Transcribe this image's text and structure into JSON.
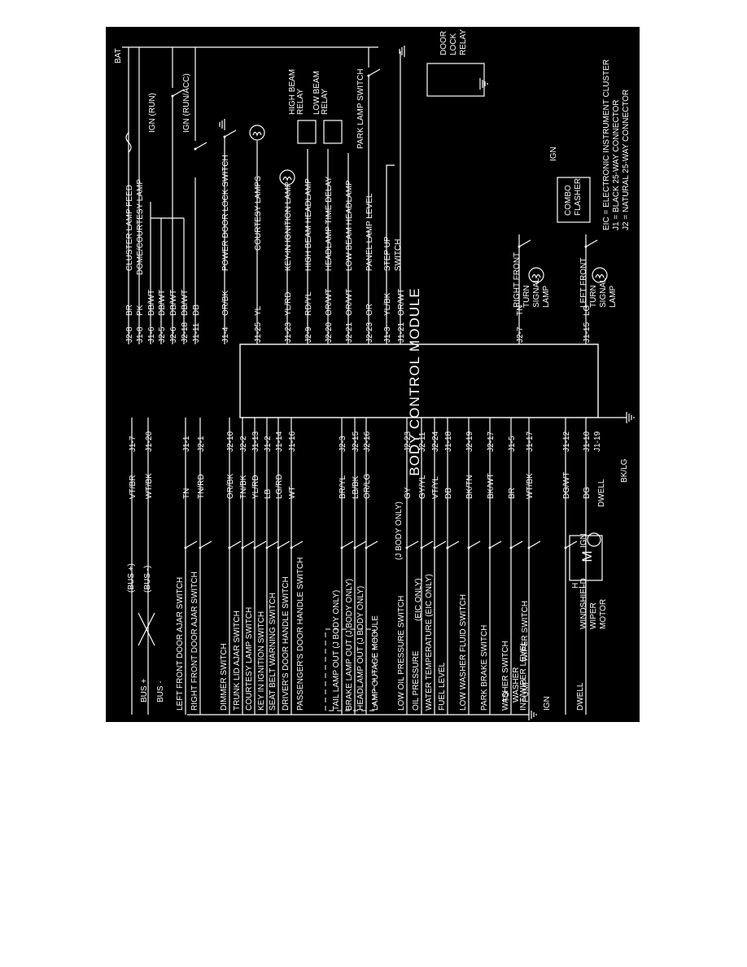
{
  "title": "BODY CONTROL MODULE",
  "bat": "BAT",
  "legend": [
    "EIC = ELECTRONIC INSTRUMENT CLUSTER",
    "J1 = BLACK 25-WAY CONNECTOR",
    "J2 = NATURAL 25-WAY CONNECTOR"
  ],
  "left_side": [
    {
      "pin": "J1-7",
      "wire": "VT/BR",
      "label": "(BUS +)"
    },
    {
      "pin": "J1-20",
      "wire": "WT/BK",
      "label": "(BUS -)"
    },
    {
      "pin": "J1-1",
      "wire": "TN",
      "label": "LEFT FRONT DOOR AJAR SWITCH"
    },
    {
      "pin": "J2-1",
      "wire": "TN/RD",
      "label": "RIGHT FRONT DOOR AJAR SWITCH"
    },
    {
      "pin": "J2-10",
      "wire": "OR/BK",
      "label": "DIMMER SWITCH"
    },
    {
      "pin": "J2-2",
      "wire": "TN/BK",
      "label": "TRUNK LID AJAR SWITCH"
    },
    {
      "pin": "J1-13",
      "wire": "YL/RD",
      "label": "COURTESY LAMP SWITCH"
    },
    {
      "pin": "J1-2",
      "wire": "LB",
      "label": "KEY IN IGNITION SWITCH"
    },
    {
      "pin": "J1-14",
      "wire": "LG/RD",
      "label": "SEAT BELT WARNING SWITCH"
    },
    {
      "pin": "J1-16",
      "wire": "WT",
      "label": "DRIVER'S DOOR HANDLE SWITCH"
    },
    {
      "pin": "",
      "wire": "",
      "label": "PASSENGER'S DOOR HANDLE SWITCH"
    },
    {
      "pin": "J2-3",
      "wire": "BR/YL",
      "label": "TAIL LAMP OUT (J BODY ONLY)"
    },
    {
      "pin": "J2-15",
      "wire": "LB/BK",
      "label": "BRAKE LAMP OUT (J BODY ONLY)"
    },
    {
      "pin": "J2-16",
      "wire": "OR/LG",
      "label": "HEADLAMP OUT (J BODY ONLY)"
    },
    {
      "pin": "",
      "wire": "",
      "label": "LAMP OUTAGE MODULE"
    },
    {
      "pin": "J2-23",
      "wire": "GY",
      "label": "LOW OIL PRESSURE SWITCH"
    },
    {
      "pin": "J2-11",
      "wire": "GY/YL",
      "label": "OIL PRESSURE"
    },
    {
      "pin": "J2-24",
      "wire": "VT/YL",
      "label": "WATER TEMPERATURE (EIC ONLY)"
    },
    {
      "pin": "J1-18",
      "wire": "DB",
      "label": "FUEL LEVEL"
    },
    {
      "pin": "J2-19",
      "wire": "BK/TN",
      "label": "LOW WASHER FLUID SWITCH"
    },
    {
      "pin": "J2-17",
      "wire": "BK/WT",
      "label": "PARK BRAKE SWITCH"
    },
    {
      "pin": "J1-5",
      "wire": "BR",
      "label": "WASHER SWITCH"
    },
    {
      "pin": "J1-17",
      "wire": "WT/BK",
      "label": "INT/WIPER LEVEL"
    },
    {
      "pin": "J1-12",
      "wire": "DG/WT",
      "label": ""
    },
    {
      "pin": "J1-10",
      "wire": "DG",
      "label": "DWELL"
    }
  ],
  "left_misc": {
    "bus_plus": "BUS +",
    "bus_minus": "BUS -",
    "j_body_only": "(J BODY ONLY)",
    "eic_only": "(EIC ONLY)",
    "to_washer_pump": [
      "TO",
      "WASHER",
      "PUMP"
    ],
    "wiper_switch": "WIPER SWITCH",
    "ign": "IGN",
    "wiper_motor": [
      "WINDSHIELD",
      "WIPER",
      "MOTOR"
    ],
    "motor_symbol": "M",
    "l": "L",
    "h": "H"
  },
  "right_side": [
    {
      "pin": "J2-8",
      "wire": "BR",
      "label": "CLUSTER LAMP FEED"
    },
    {
      "pin": "J1-8",
      "wire": "PK",
      "label": "DOME/COURTESY LAMP"
    },
    {
      "pin": "J1-6",
      "wire": "DB/WT",
      "label": ""
    },
    {
      "pin": "J2-5",
      "wire": "DB/WT",
      "label": ""
    },
    {
      "pin": "J2-6",
      "wire": "DB/WT",
      "label": ""
    },
    {
      "pin": "J2-18",
      "wire": "DB/WT",
      "label": ""
    },
    {
      "pin": "J1-11",
      "wire": "DB",
      "label": ""
    },
    {
      "pin": "J1-4",
      "wire": "OR/BK",
      "label": "POWER DOOR LOCK SWITCH"
    },
    {
      "pin": "J1-25",
      "wire": "YL",
      "label": "COURTESY LAMPS"
    },
    {
      "pin": "J1-23",
      "wire": "YL/RD",
      "label": "KEY-IN IGNITION LAMP"
    },
    {
      "pin": "J2-9",
      "wire": "RD/YL",
      "label": "HIGH BEAM HEADLAMP"
    },
    {
      "pin": "J2-20",
      "wire": "OR/WT",
      "label": "HEADLAMP TIME DELAY"
    },
    {
      "pin": "J2-21",
      "wire": "OR/WT",
      "label": "LOW BEAM HEADLAMP"
    },
    {
      "pin": "J2-23",
      "wire": "OR",
      "label": "PANEL LAMP LEVEL"
    },
    {
      "pin": "J1-3",
      "wire": "YL/BK",
      "label": "STEP UP"
    },
    {
      "pin": "J1-21",
      "wire": "OR/WT",
      "label": "SWITCH"
    },
    {
      "pin": "J2-7",
      "wire": "TN",
      "label": "RIGHT FRONT"
    },
    {
      "pin": "J1-15",
      "wire": "LG",
      "label": "LEFT FRONT"
    }
  ],
  "right_misc": {
    "ign_run": "IGN (RUN)",
    "ign_run_acc": "IGN (RUN/ACC)",
    "high_beam_relay": [
      "HIGH BEAM",
      "RELAY"
    ],
    "low_beam_relay": [
      "LOW BEAM",
      "RELAY"
    ],
    "park_lamp_switch": "PARK LAMP SWITCH",
    "door_lock_relay": [
      "DOOR",
      "LOCK",
      "RELAY"
    ],
    "combo_flasher": [
      "COMBO",
      "FLASHER"
    ],
    "ign": "IGN",
    "rf_turn": [
      "RIGHT FRONT",
      "TURN",
      "SIGNAL",
      "LAMP"
    ],
    "lf_turn": [
      "LEFT FRONT",
      "TURN",
      "SIGNAL",
      "LAMP"
    ]
  },
  "ground_pin": {
    "pin": "J1-19",
    "wire": "BK/LG"
  }
}
